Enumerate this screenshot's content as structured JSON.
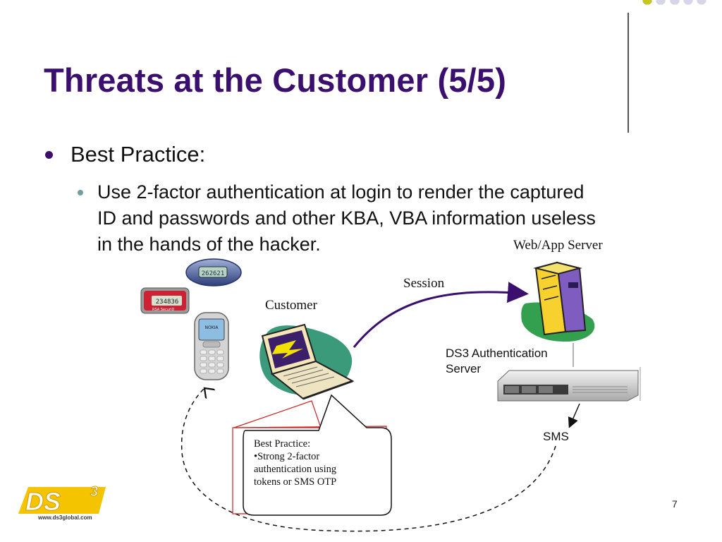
{
  "slide": {
    "title": "Threats at the Customer (5/5)",
    "bullet_level1": "Best Practice:",
    "bullet_level2_lines": [
      "Use 2-factor authentication at login to render the captured",
      "ID and passwords and other KBA, VBA information useless",
      "in the hands of the hacker."
    ],
    "page_number": "7"
  },
  "diagram": {
    "web_app_server_label": "Web/App Server",
    "session_label": "Session",
    "customer_label": "Customer",
    "ds3_auth_label_lines": [
      "DS3 Authentication",
      "Server"
    ],
    "sms_label": "SMS",
    "callout_lines": [
      "Best Practice:",
      "•Strong 2-factor",
      "authentication using",
      "tokens or SMS OTP"
    ],
    "token_round_display": "262621",
    "token_rsa_display": "234836",
    "token_rsa_brand": "RSA SecurID",
    "phone_brand": "NOKIA"
  },
  "logo": {
    "text": "DS",
    "superscript": "3",
    "url": "www.ds3global.com"
  },
  "decoration": {
    "dot_colors": [
      "#3b0f6e",
      "#6fa09f",
      "#c8c81a",
      "#d6d6e8"
    ]
  }
}
